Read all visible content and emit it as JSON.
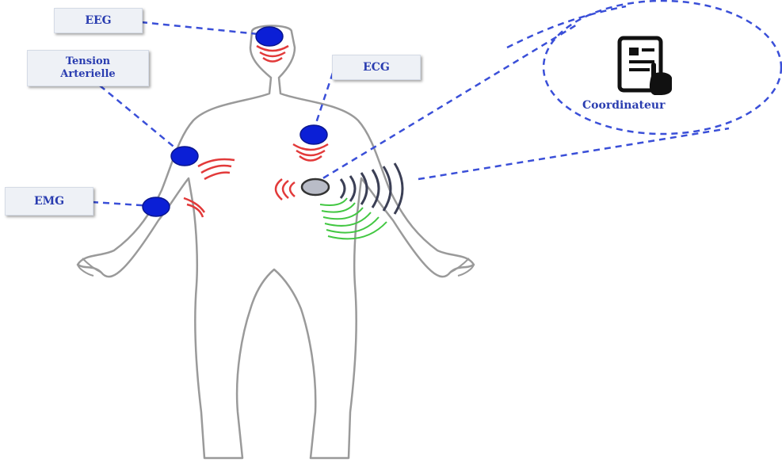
{
  "labels": {
    "eeg": "EEG",
    "tension_line1": "Tension",
    "tension_line2": "Arterielle",
    "ecg": "ECG",
    "emg": "EMG",
    "coordinator": "Coordinateur"
  },
  "icons": {
    "sensor": "blue-circle-sensor",
    "hub": "gray-hub-node",
    "coordinator": "smartphone-hand-icon"
  },
  "colors": {
    "sensor": "#0b1fd6",
    "link": "#3a4fd8",
    "signal_red": "#e23a3a",
    "signal_dark": "#3b3f55",
    "signal_green": "#42c742",
    "label_text": "#2a3db0"
  }
}
